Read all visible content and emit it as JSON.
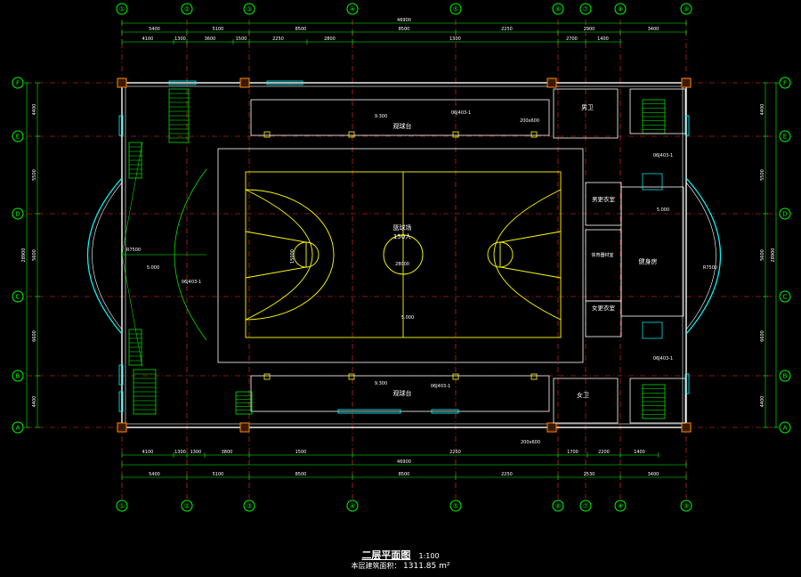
{
  "drawing": {
    "title": "二层平面图",
    "scale": "1:100",
    "area_label": "本层建筑面积：",
    "area_value": "1311.85 m²",
    "colors": {
      "grid_axis": "#00ff00",
      "dim_line": "#00ff00",
      "center_line": "#ff3030",
      "wall": "#ffffff",
      "court": "#ffff00",
      "window": "#00ffff",
      "text": "#ffffff"
    }
  },
  "axes": {
    "vertical": [
      "①",
      "②",
      "③",
      "④",
      "⑤",
      "⑥",
      "⑦",
      "⑧",
      "⑨"
    ],
    "horizontal": [
      "F",
      "E",
      "D",
      "C",
      "B",
      "A"
    ]
  },
  "dimensions": {
    "top_total": "46900",
    "top_segments": [
      "5400",
      "5100",
      "8500",
      "8500",
      "2250",
      "2900",
      "3400"
    ],
    "top_sub": [
      "4100",
      "1300",
      "3600",
      "1500",
      "2250",
      "2800",
      "1300",
      "2700",
      "1400"
    ],
    "bottom_total": "46900",
    "bottom_segments": [
      "5400",
      "5100",
      "8500",
      "8500",
      "2250",
      "2530",
      "3400"
    ],
    "bottom_sub": [
      "4100",
      "1300",
      "1300",
      "3800",
      "1500",
      "2250",
      "1700",
      "2200",
      "1400"
    ],
    "left_total": "28900",
    "left_segments": [
      "4400",
      "5500",
      "5600",
      "6600",
      "4400"
    ],
    "right_total": "28900",
    "right_segments": [
      "4400",
      "5500",
      "5600",
      "6600",
      "4400"
    ]
  },
  "rooms": {
    "basketball": "篮球场",
    "basketball_capacity": "150人",
    "stands_top": "观球台",
    "stands_bottom": "观球台",
    "men_toilet": "男卫",
    "women_toilet": "女卫",
    "men_changing": "男更衣室",
    "women_changing": "女更衣室",
    "gym": "健身房",
    "equipment": "体育器材室"
  },
  "levels": {
    "court": "5.000",
    "stands": "9.300",
    "gym": "5.000",
    "stair": "5.000"
  },
  "annotations": {
    "court_width": "15000",
    "court_length": "28000",
    "radius_left": "R7500",
    "radius_right": "R7500",
    "detail_ref": "06J403-1",
    "window_code": "200x600"
  }
}
